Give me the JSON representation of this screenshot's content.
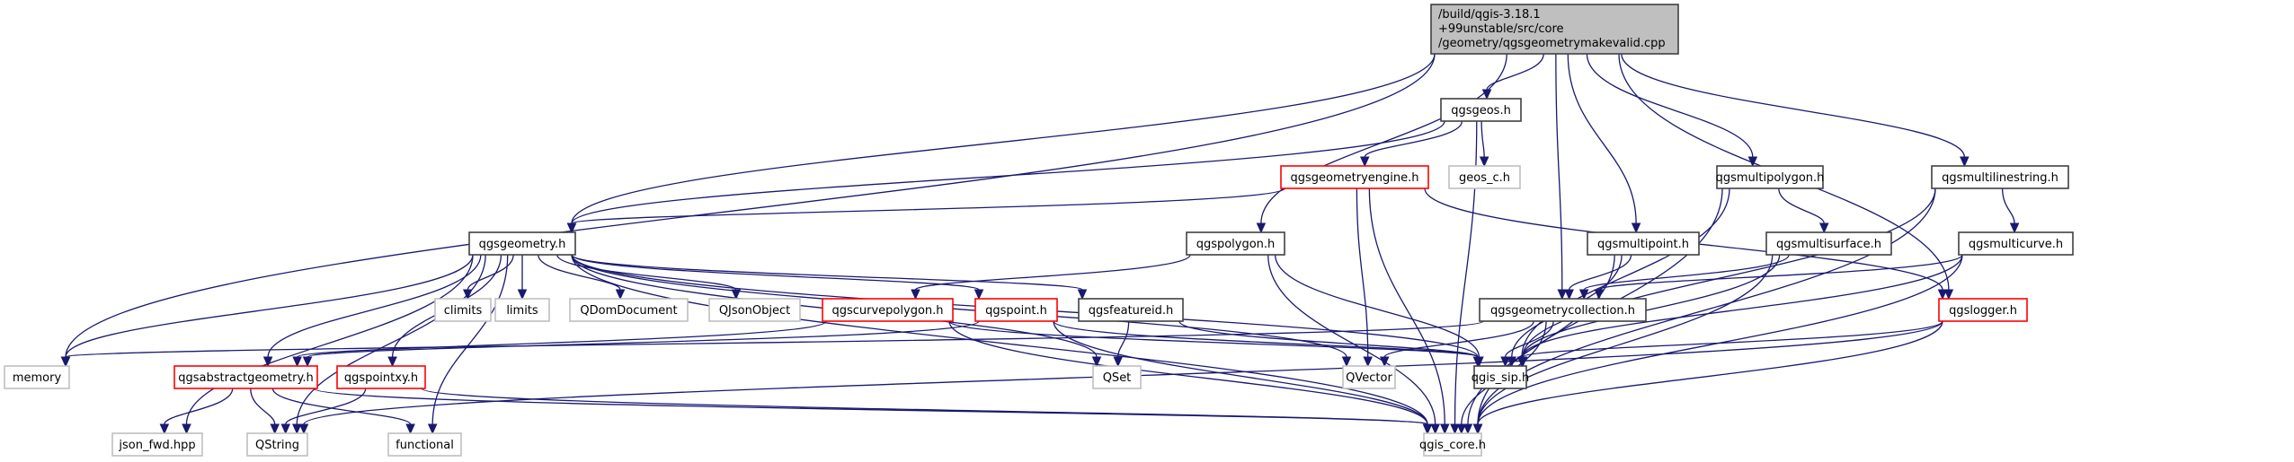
{
  "diagram": {
    "title": "Include dependency graph for qgsgeometrymakevalid.cpp",
    "colors": {
      "edge": "#191970",
      "root_fill": "#bfbfbf",
      "node_border": "#404040",
      "external_border": "#bfbfbf",
      "incomplete_border": "#ff0000"
    },
    "nodes": [
      {
        "id": "root",
        "kind": "root",
        "lines": [
          "/build/qgis-3.18.1",
          "+99unstable/src/core",
          "/geometry/qgsgeometrymakevalid.cpp"
        ]
      },
      {
        "id": "qgsgeos",
        "kind": "normal",
        "lines": [
          "qgsgeos.h"
        ]
      },
      {
        "id": "geos_c",
        "kind": "ext",
        "lines": [
          "geos_c.h"
        ]
      },
      {
        "id": "qgsgeometryengine",
        "kind": "red",
        "lines": [
          "qgsgeometryengine.h"
        ]
      },
      {
        "id": "qgsmultipolygon",
        "kind": "normal",
        "lines": [
          "qgsmultipolygon.h"
        ]
      },
      {
        "id": "qgsmultilinestring",
        "kind": "normal",
        "lines": [
          "qgsmultilinestring.h"
        ]
      },
      {
        "id": "qgsgeometry",
        "kind": "normal",
        "lines": [
          "qgsgeometry.h"
        ]
      },
      {
        "id": "qgspolygon",
        "kind": "normal",
        "lines": [
          "qgspolygon.h"
        ]
      },
      {
        "id": "qgsmultipoint",
        "kind": "normal",
        "lines": [
          "qgsmultipoint.h"
        ]
      },
      {
        "id": "qgsmultisurface",
        "kind": "normal",
        "lines": [
          "qgsmultisurface.h"
        ]
      },
      {
        "id": "qgsmulticurve",
        "kind": "normal",
        "lines": [
          "qgsmulticurve.h"
        ]
      },
      {
        "id": "climits",
        "kind": "ext",
        "lines": [
          "climits"
        ]
      },
      {
        "id": "limits",
        "kind": "ext",
        "lines": [
          "limits"
        ]
      },
      {
        "id": "QDomDocument",
        "kind": "ext",
        "lines": [
          "QDomDocument"
        ]
      },
      {
        "id": "QJsonObject",
        "kind": "ext",
        "lines": [
          "QJsonObject"
        ]
      },
      {
        "id": "qgscurvepolygon",
        "kind": "red",
        "lines": [
          "qgscurvepolygon.h"
        ]
      },
      {
        "id": "qgspoint",
        "kind": "red",
        "lines": [
          "qgspoint.h"
        ]
      },
      {
        "id": "qgsfeatureid",
        "kind": "normal",
        "lines": [
          "qgsfeatureid.h"
        ]
      },
      {
        "id": "qgsgeometrycollection",
        "kind": "normal",
        "lines": [
          "qgsgeometrycollection.h"
        ]
      },
      {
        "id": "qgslogger",
        "kind": "red",
        "lines": [
          "qgslogger.h"
        ]
      },
      {
        "id": "memory",
        "kind": "ext",
        "lines": [
          "memory"
        ]
      },
      {
        "id": "qgsabstractgeometry",
        "kind": "red",
        "lines": [
          "qgsabstractgeometry.h"
        ]
      },
      {
        "id": "qgspointxy",
        "kind": "red",
        "lines": [
          "qgspointxy.h"
        ]
      },
      {
        "id": "QSet",
        "kind": "ext",
        "lines": [
          "QSet"
        ]
      },
      {
        "id": "QVector",
        "kind": "ext",
        "lines": [
          "QVector"
        ]
      },
      {
        "id": "qgis_sip",
        "kind": "normal",
        "lines": [
          "qgis_sip.h"
        ]
      },
      {
        "id": "json_fwd",
        "kind": "ext",
        "lines": [
          "json_fwd.hpp"
        ]
      },
      {
        "id": "QString",
        "kind": "ext",
        "lines": [
          "QString"
        ]
      },
      {
        "id": "functional",
        "kind": "ext",
        "lines": [
          "functional"
        ]
      },
      {
        "id": "qgis_core",
        "kind": "ext",
        "lines": [
          "qgis_core.h"
        ]
      }
    ],
    "edges": [
      [
        "root",
        "memory"
      ],
      [
        "root",
        "qgsgeometry"
      ],
      [
        "root",
        "qgspolygon"
      ],
      [
        "root",
        "qgsgeos"
      ],
      [
        "root",
        "qgsgeometrycollection"
      ],
      [
        "root",
        "qgsmultipoint"
      ],
      [
        "root",
        "qgsmultipolygon"
      ],
      [
        "root",
        "qgsmultilinestring"
      ],
      [
        "root",
        "qgslogger"
      ],
      [
        "qgsgeos",
        "qgsgeometry"
      ],
      [
        "qgsgeos",
        "qgsgeometryengine"
      ],
      [
        "qgsgeos",
        "geos_c"
      ],
      [
        "qgsgeos",
        "qgis_core"
      ],
      [
        "qgsgeometryengine",
        "qgsgeometry"
      ],
      [
        "qgsgeometryengine",
        "QVector"
      ],
      [
        "qgsgeometryengine",
        "qgis_core"
      ],
      [
        "qgsgeometryengine",
        "qgslogger"
      ],
      [
        "qgsgeometry",
        "memory"
      ],
      [
        "qgsgeometry",
        "json_fwd"
      ],
      [
        "qgsgeometry",
        "QString"
      ],
      [
        "qgsgeometry",
        "qgsabstractgeometry"
      ],
      [
        "qgsgeometry",
        "qgspointxy"
      ],
      [
        "qgsgeometry",
        "functional"
      ],
      [
        "qgsgeometry",
        "climits"
      ],
      [
        "qgsgeometry",
        "limits"
      ],
      [
        "qgsgeometry",
        "QDomDocument"
      ],
      [
        "qgsgeometry",
        "QJsonObject"
      ],
      [
        "qgsgeometry",
        "qgspoint"
      ],
      [
        "qgsgeometry",
        "qgsfeatureid"
      ],
      [
        "qgsgeometry",
        "QSet"
      ],
      [
        "qgsgeometry",
        "QVector"
      ],
      [
        "qgsgeometry",
        "qgis_sip"
      ],
      [
        "qgsgeometry",
        "qgis_core"
      ],
      [
        "qgspolygon",
        "qgscurvepolygon"
      ],
      [
        "qgspolygon",
        "qgis_sip"
      ],
      [
        "qgspolygon",
        "qgis_core"
      ],
      [
        "qgscurvepolygon",
        "qgsabstractgeometry"
      ],
      [
        "qgscurvepolygon",
        "qgis_sip"
      ],
      [
        "qgscurvepolygon",
        "qgis_core"
      ],
      [
        "qgspoint",
        "qgsabstractgeometry"
      ],
      [
        "qgspoint",
        "qgis_sip"
      ],
      [
        "qgspoint",
        "qgis_core"
      ],
      [
        "qgsfeatureid",
        "QSet"
      ],
      [
        "qgsfeatureid",
        "qgis_sip"
      ],
      [
        "qgsabstractgeometry",
        "json_fwd"
      ],
      [
        "qgsabstractgeometry",
        "QString"
      ],
      [
        "qgsabstractgeometry",
        "functional"
      ],
      [
        "qgsabstractgeometry",
        "qgis_core"
      ],
      [
        "qgspointxy",
        "QString"
      ],
      [
        "qgspointxy",
        "qgis_core"
      ],
      [
        "qgsmultipoint",
        "qgsgeometrycollection"
      ],
      [
        "qgsmultipoint",
        "qgis_sip"
      ],
      [
        "qgsmultipoint",
        "qgis_core"
      ],
      [
        "qgsmultipolygon",
        "qgsmultisurface"
      ],
      [
        "qgsmultipolygon",
        "qgis_sip"
      ],
      [
        "qgsmultipolygon",
        "qgis_core"
      ],
      [
        "qgsmultisurface",
        "qgsgeometrycollection"
      ],
      [
        "qgsmultisurface",
        "qgis_sip"
      ],
      [
        "qgsmultisurface",
        "qgis_core"
      ],
      [
        "qgsmultilinestring",
        "qgsmulticurve"
      ],
      [
        "qgsmultilinestring",
        "qgis_sip"
      ],
      [
        "qgsmultilinestring",
        "qgis_core"
      ],
      [
        "qgsmulticurve",
        "qgsgeometrycollection"
      ],
      [
        "qgsmulticurve",
        "qgis_sip"
      ],
      [
        "qgsmulticurve",
        "qgis_core"
      ],
      [
        "qgsgeometrycollection",
        "memory"
      ],
      [
        "qgsgeometrycollection",
        "QVector"
      ],
      [
        "qgsgeometrycollection",
        "qgis_sip"
      ],
      [
        "qgsgeometrycollection",
        "qgis_core"
      ],
      [
        "qgslogger",
        "QString"
      ],
      [
        "qgslogger",
        "qgis_sip"
      ],
      [
        "qgslogger",
        "qgis_core"
      ]
    ]
  }
}
